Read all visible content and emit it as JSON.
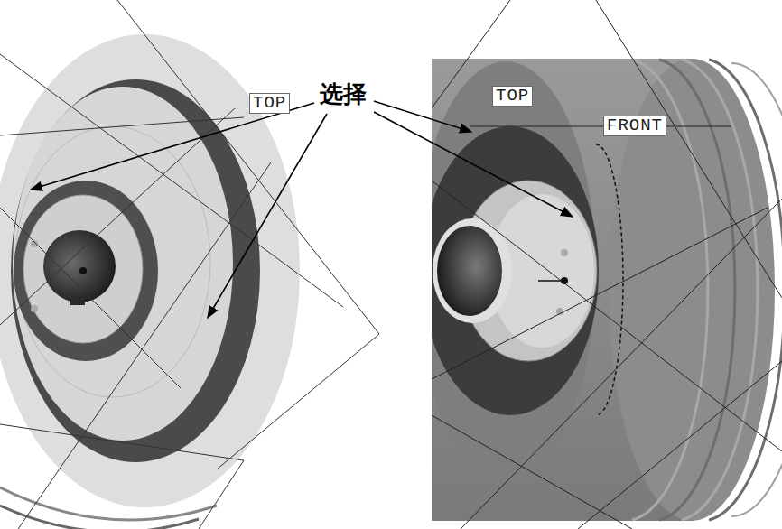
{
  "diagram": {
    "labels": [
      "TOP",
      "选择",
      "TOP",
      "FRONT"
    ]
  }
}
